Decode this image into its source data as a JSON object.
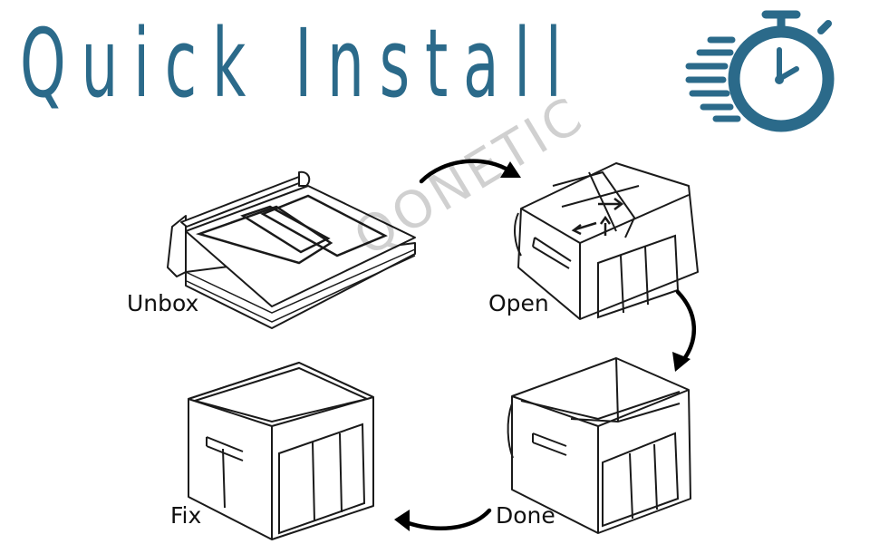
{
  "header": {
    "title": "Quick Install",
    "icon": "stopwatch-icon"
  },
  "steps": [
    {
      "label": "Unbox",
      "icon": "folded-storage-box-icon"
    },
    {
      "label": "Open",
      "icon": "opening-storage-box-icon"
    },
    {
      "label": "Done",
      "icon": "open-storage-box-icon"
    },
    {
      "label": "Fix",
      "icon": "closed-storage-box-icon"
    }
  ],
  "watermark": "QONETIC",
  "colors": {
    "brand": "#2b6a8a",
    "line": "#1a1a1a",
    "arrow": "#000000"
  }
}
